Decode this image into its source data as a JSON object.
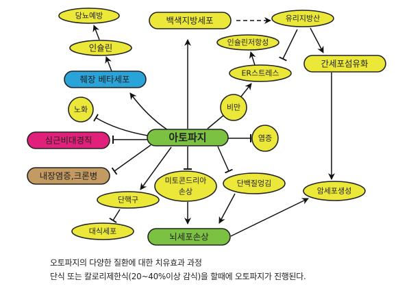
{
  "nodes": {
    "diabetes_prevention": "당뇨예방",
    "insulin": "인슐린",
    "pancreatic_beta_cell": "췌장 베타세포",
    "aging": "노화",
    "white_fat_cell": "백색지방세포",
    "free_fatty_acid": "유리지방산",
    "insulin_resistance": "인슐린저항성",
    "er_stress": "ER스트레스",
    "liver_fibrosis": "간세포섬유화",
    "obesity": "비만",
    "autophagy": "아토파지",
    "cardiac_hypertrophy": "심근비대경직",
    "inflammation": "염증",
    "visceral_crohn": "내장염증,크론병",
    "mito_line1": "미토콘드리아",
    "mito_line2": "손상",
    "protein_aggregation": "단백질엉김",
    "cancer_cell": "암세포생성",
    "monocyte": "단핵구",
    "macrophage": "대식세포",
    "brain_cell_damage": "뇌세포손상"
  },
  "caption": {
    "line1": "오토파지의 다양한 질환에 대한 치유효과 과정",
    "line2": "단식 또는 칼로리제한식(20~40%이상 감식)을 할때에 오토파지가 진행된다."
  },
  "colors": {
    "yellow": "#ece83a",
    "green": "#7cc242",
    "blue": "#29a3d8",
    "pink": "#e0207a",
    "tan": "#c49a63"
  }
}
